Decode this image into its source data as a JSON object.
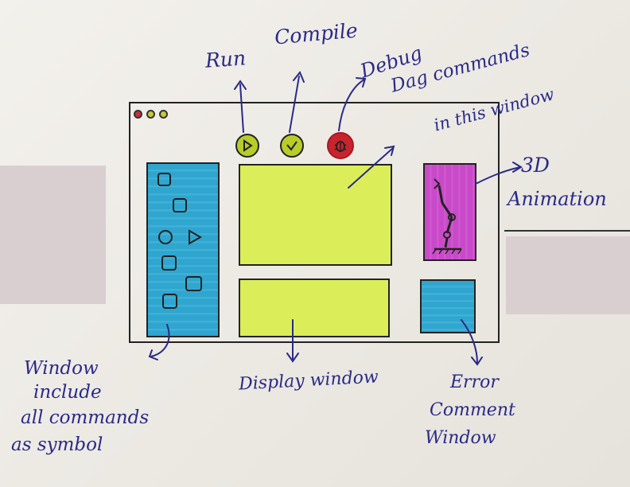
{
  "labels": {
    "run": "Run",
    "compile": "Compile",
    "debug": "Debug",
    "drag_line1": "Dag commands",
    "drag_line2": "in this window",
    "three_d": "3D",
    "animation": "Animation",
    "commands_window_lines": [
      "Window",
      "include",
      "all commands",
      "as symbol"
    ],
    "display_window": "Display window",
    "error_window_lines": [
      "Error",
      "Comment",
      "Window"
    ]
  },
  "icons": {
    "run": "play-icon",
    "compile": "check-icon",
    "debug": "bug-icon",
    "animation": "robot-arm-icon"
  },
  "colors": {
    "ink": "#2a2a86",
    "lime": "#dbee5a",
    "cyan": "#2fa6cf",
    "magenta": "#c94ac8",
    "red": "#c8242d",
    "olive": "#b8cc2a"
  }
}
